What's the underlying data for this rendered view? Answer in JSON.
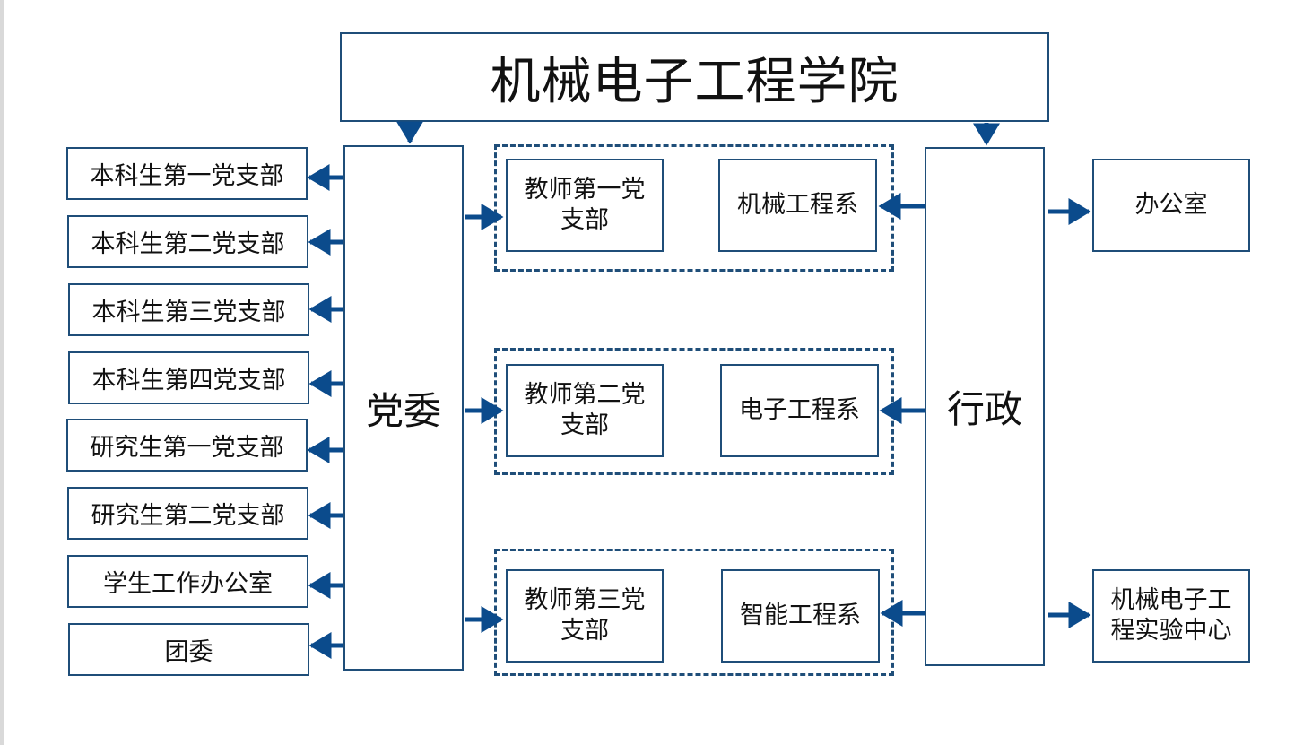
{
  "title": "机械电子工程学院",
  "party_committee": "党委",
  "administration": "行政",
  "party_branches": [
    "本科生第一党支部",
    "本科生第二党支部",
    "本科生第三党支部",
    "本科生第四党支部",
    "研究生第一党支部",
    "研究生第二党支部",
    "学生工作办公室",
    "团委"
  ],
  "teacher_groups": [
    {
      "branch_line1": "教师第一党",
      "branch_line2": "支部",
      "department": "机械工程系"
    },
    {
      "branch_line1": "教师第二党",
      "branch_line2": "支部",
      "department": "电子工程系"
    },
    {
      "branch_line1": "教师第三党",
      "branch_line2": "支部",
      "department": "智能工程系"
    }
  ],
  "admin_units": [
    {
      "line1": "办公室",
      "line2": ""
    },
    {
      "line1": "机械电子工",
      "line2": "程实验中心"
    }
  ],
  "colors": {
    "border": "#1f4e79",
    "arrow": "#0b4b8c",
    "text": "#111111"
  }
}
